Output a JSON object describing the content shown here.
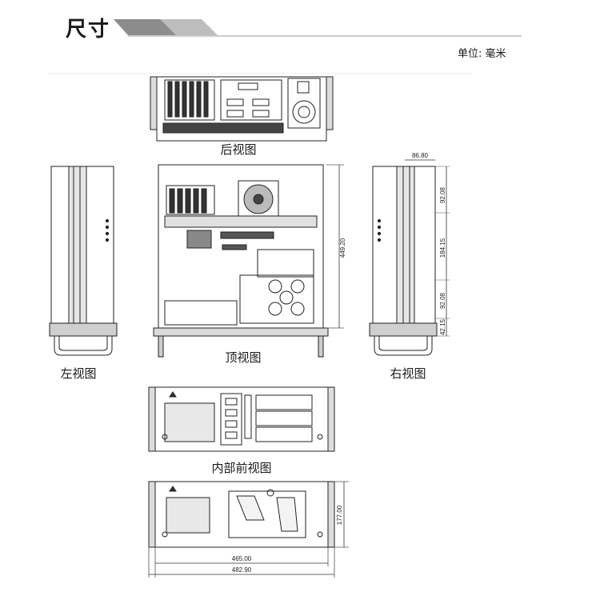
{
  "header": {
    "title": "尺寸",
    "unit": "单位: 毫米"
  },
  "views": {
    "rear": "后视图",
    "top": "顶视图",
    "left": "左视图",
    "right": "右视图",
    "inner_front": "内部前视图"
  },
  "dimensions": {
    "depth": "449.20",
    "right_width": "86.80",
    "seg_top": "92.08",
    "seg_mid": "184.15",
    "seg_low": "92.08",
    "seg_bottom": "42.15",
    "height": "177.00",
    "body_width": "465.00",
    "total_width": "482.90"
  }
}
